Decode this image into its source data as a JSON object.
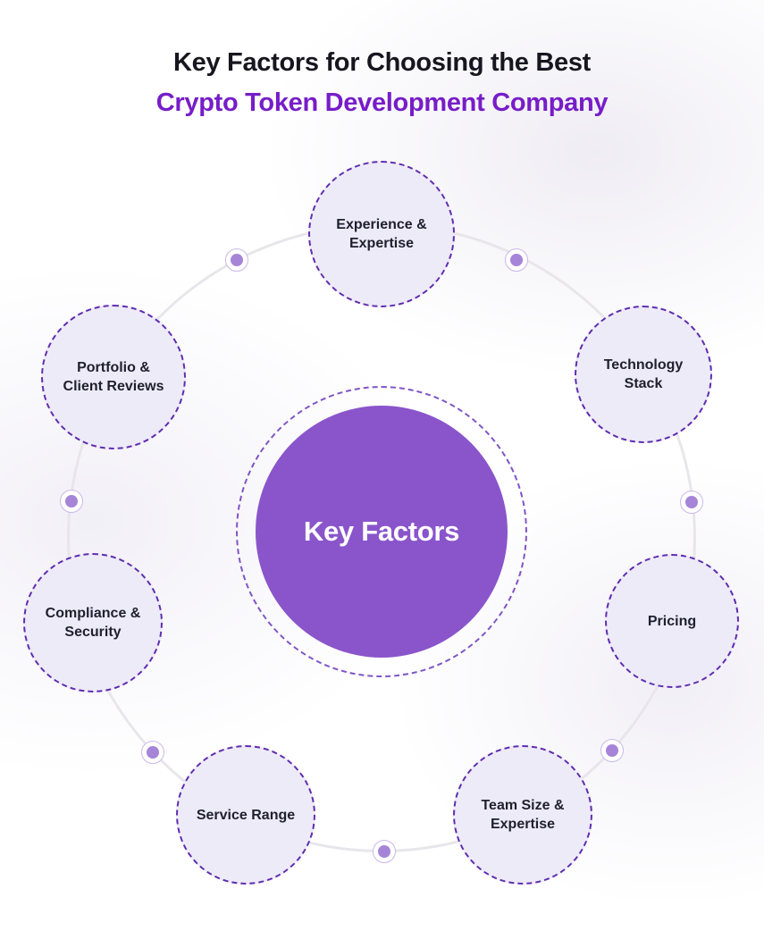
{
  "title": {
    "line1": "Key Factors for Choosing the Best",
    "line2": "Crypto Token Development Company"
  },
  "center": {
    "label": "Key Factors"
  },
  "satellites": [
    {
      "id": "experience-expertise",
      "label": "Experience &\nExpertise"
    },
    {
      "id": "technology-stack",
      "label": "Technology\nStack"
    },
    {
      "id": "pricing",
      "label": "Pricing"
    },
    {
      "id": "team-size-expertise",
      "label": "Team Size &\nExpertise"
    },
    {
      "id": "service-range",
      "label": "Service Range"
    },
    {
      "id": "compliance-security",
      "label": "Compliance &\nSecurity"
    },
    {
      "id": "portfolio-client-reviews",
      "label": "Portfolio &\nClient Reviews"
    }
  ],
  "colors": {
    "title_dark": "#17161f",
    "title_accent": "#771dc8",
    "center_fill": "#8a55cb",
    "center_dash": "#8055c5",
    "satellite_dash": "#5f2db0",
    "satellite_fill": "#edebf8",
    "connector_line": "#e8e6eb",
    "dot_fill": "#a685d8",
    "dot_ring": "#cab9e7"
  }
}
